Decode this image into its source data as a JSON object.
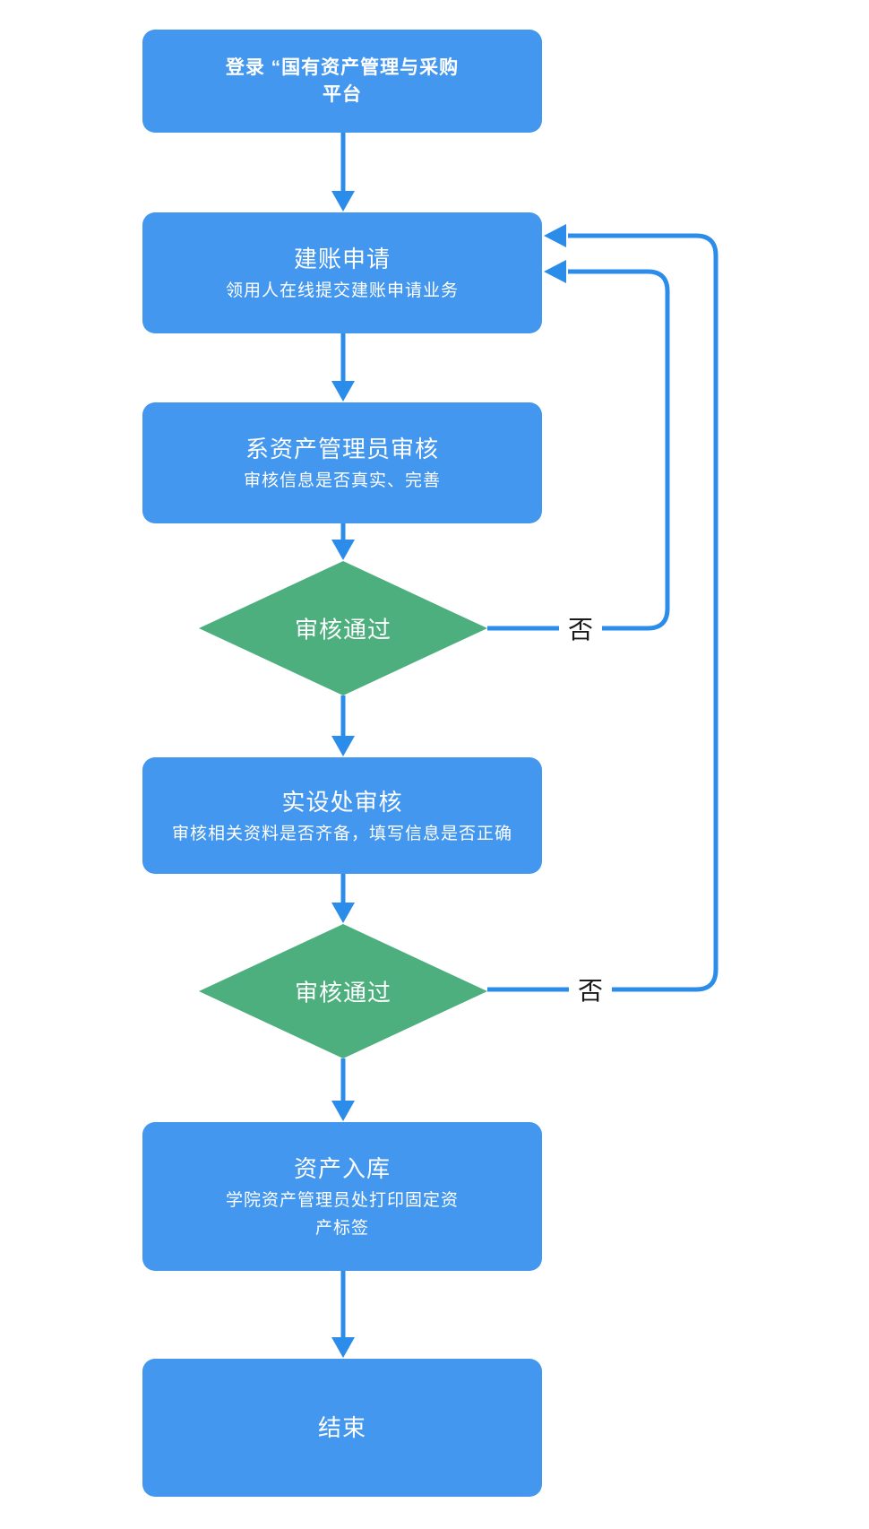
{
  "colors": {
    "process-fill": "#4497ee",
    "decision-fill": "#4daf7e",
    "connector": "#2b8de9",
    "edge-label": "#1a1a1a",
    "node-text": "#ffffff",
    "canvas-bg": "#ffffff"
  },
  "flowchart": {
    "nodes": [
      {
        "id": "login",
        "type": "process",
        "title_lines": [
          "登录 “国有资产管理与采购",
          "平台"
        ],
        "subtitle_lines": []
      },
      {
        "id": "account-apply",
        "type": "process",
        "title_lines": [
          "建账申请"
        ],
        "subtitle_lines": [
          "领用人在线提交建账申请业务"
        ]
      },
      {
        "id": "dept-manager-review",
        "type": "process",
        "title_lines": [
          "系资产管理员审核"
        ],
        "subtitle_lines": [
          "审核信息是否真实、完善"
        ]
      },
      {
        "id": "decision-1",
        "type": "decision",
        "label": "审核通过"
      },
      {
        "id": "office-review",
        "type": "process",
        "title_lines": [
          "实设处审核"
        ],
        "subtitle_lines": [
          "审核相关资料是否齐备，填写信息是否正确"
        ]
      },
      {
        "id": "decision-2",
        "type": "decision",
        "label": "审核通过"
      },
      {
        "id": "asset-storage",
        "type": "process",
        "title_lines": [
          "资产入库"
        ],
        "subtitle_lines": [
          "学院资产管理员处打印固定资",
          "产标签"
        ]
      },
      {
        "id": "end",
        "type": "process",
        "title_lines": [
          "结束"
        ],
        "subtitle_lines": []
      }
    ],
    "edge_labels": [
      {
        "id": "no-1",
        "text": "否"
      },
      {
        "id": "no-2",
        "text": "否"
      }
    ]
  }
}
